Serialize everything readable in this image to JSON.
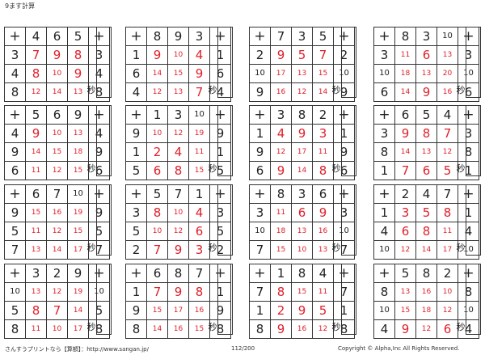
{
  "title": "9ます計算",
  "time_label": "秒",
  "operator": "+",
  "footer": {
    "site": "さんすうプリントなら【算額】：http://www.sangan.jp/",
    "page": "112/200",
    "copyright": "Copyright © Alpha,Inc All Rights Reserved."
  },
  "accent_color": "#e0202a",
  "problems": [
    {
      "top": [
        "4",
        "6",
        "5"
      ],
      "left": [
        "3",
        "4",
        "8"
      ],
      "right": [
        "3",
        "4",
        "8"
      ],
      "answers": [
        [
          "7",
          "9",
          "8"
        ],
        [
          "8",
          "10",
          "9"
        ],
        [
          "12",
          "14",
          "13"
        ]
      ]
    },
    {
      "top": [
        "8",
        "9",
        "3"
      ],
      "left": [
        "1",
        "6",
        "4"
      ],
      "right": [
        "1",
        "6",
        "4"
      ],
      "answers": [
        [
          "9",
          "10",
          "4"
        ],
        [
          "14",
          "15",
          "9"
        ],
        [
          "12",
          "13",
          "7"
        ]
      ]
    },
    {
      "top": [
        "7",
        "3",
        "5"
      ],
      "left": [
        "2",
        "10",
        "9"
      ],
      "right": [
        "2",
        "10",
        "9"
      ],
      "answers": [
        [
          "9",
          "5",
          "7"
        ],
        [
          "17",
          "13",
          "15"
        ],
        [
          "16",
          "12",
          "14"
        ]
      ]
    },
    {
      "top": [
        "8",
        "3",
        "10"
      ],
      "left": [
        "3",
        "10",
        "6"
      ],
      "right": [
        "3",
        "10",
        "6"
      ],
      "answers": [
        [
          "11",
          "6",
          "13"
        ],
        [
          "18",
          "13",
          "20"
        ],
        [
          "14",
          "9",
          "16"
        ]
      ]
    },
    {
      "top": [
        "5",
        "6",
        "9"
      ],
      "left": [
        "4",
        "9",
        "6"
      ],
      "right": [
        "4",
        "9",
        "6"
      ],
      "answers": [
        [
          "9",
          "10",
          "13"
        ],
        [
          "14",
          "15",
          "18"
        ],
        [
          "11",
          "12",
          "15"
        ]
      ]
    },
    {
      "top": [
        "1",
        "3",
        "10"
      ],
      "left": [
        "9",
        "1",
        "5"
      ],
      "right": [
        "9",
        "1",
        "5"
      ],
      "answers": [
        [
          "10",
          "12",
          "19"
        ],
        [
          "2",
          "4",
          "11"
        ],
        [
          "6",
          "8",
          "15"
        ]
      ]
    },
    {
      "top": [
        "3",
        "8",
        "2"
      ],
      "left": [
        "1",
        "9",
        "6"
      ],
      "right": [
        "1",
        "9",
        "6"
      ],
      "answers": [
        [
          "4",
          "9",
          "3"
        ],
        [
          "12",
          "17",
          "11"
        ],
        [
          "9",
          "14",
          "8"
        ]
      ]
    },
    {
      "top": [
        "6",
        "5",
        "4"
      ],
      "left": [
        "3",
        "8",
        "1"
      ],
      "right": [
        "3",
        "8",
        "1"
      ],
      "answers": [
        [
          "9",
          "8",
          "7"
        ],
        [
          "14",
          "13",
          "12"
        ],
        [
          "7",
          "6",
          "5"
        ]
      ]
    },
    {
      "top": [
        "6",
        "7",
        "10"
      ],
      "left": [
        "9",
        "5",
        "7"
      ],
      "right": [
        "9",
        "5",
        "7"
      ],
      "answers": [
        [
          "15",
          "16",
          "19"
        ],
        [
          "11",
          "12",
          "15"
        ],
        [
          "13",
          "14",
          "17"
        ]
      ]
    },
    {
      "top": [
        "5",
        "7",
        "1"
      ],
      "left": [
        "3",
        "5",
        "2"
      ],
      "right": [
        "3",
        "5",
        "2"
      ],
      "answers": [
        [
          "8",
          "10",
          "4"
        ],
        [
          "10",
          "12",
          "6"
        ],
        [
          "7",
          "9",
          "3"
        ]
      ]
    },
    {
      "top": [
        "8",
        "3",
        "6"
      ],
      "left": [
        "3",
        "10",
        "7"
      ],
      "right": [
        "3",
        "10",
        "7"
      ],
      "answers": [
        [
          "11",
          "6",
          "9"
        ],
        [
          "18",
          "13",
          "16"
        ],
        [
          "15",
          "10",
          "13"
        ]
      ]
    },
    {
      "top": [
        "2",
        "4",
        "7"
      ],
      "left": [
        "1",
        "4",
        "10"
      ],
      "right": [
        "1",
        "4",
        "10"
      ],
      "answers": [
        [
          "3",
          "5",
          "8"
        ],
        [
          "6",
          "8",
          "11"
        ],
        [
          "12",
          "14",
          "17"
        ]
      ]
    },
    {
      "top": [
        "3",
        "2",
        "9"
      ],
      "left": [
        "10",
        "5",
        "8"
      ],
      "right": [
        "10",
        "5",
        "8"
      ],
      "answers": [
        [
          "13",
          "12",
          "19"
        ],
        [
          "8",
          "7",
          "14"
        ],
        [
          "11",
          "10",
          "17"
        ]
      ]
    },
    {
      "top": [
        "6",
        "8",
        "7"
      ],
      "left": [
        "1",
        "9",
        "8"
      ],
      "right": [
        "1",
        "9",
        "8"
      ],
      "answers": [
        [
          "7",
          "9",
          "8"
        ],
        [
          "15",
          "17",
          "16"
        ],
        [
          "14",
          "16",
          "15"
        ]
      ]
    },
    {
      "top": [
        "1",
        "8",
        "4"
      ],
      "left": [
        "7",
        "1",
        "8"
      ],
      "right": [
        "7",
        "1",
        "8"
      ],
      "answers": [
        [
          "8",
          "15",
          "11"
        ],
        [
          "2",
          "9",
          "5"
        ],
        [
          "9",
          "16",
          "12"
        ]
      ]
    },
    {
      "top": [
        "5",
        "8",
        "2"
      ],
      "left": [
        "8",
        "10",
        "4"
      ],
      "right": [
        "8",
        "10",
        "4"
      ],
      "answers": [
        [
          "13",
          "16",
          "10"
        ],
        [
          "15",
          "18",
          "12"
        ],
        [
          "9",
          "12",
          "6"
        ]
      ]
    }
  ]
}
